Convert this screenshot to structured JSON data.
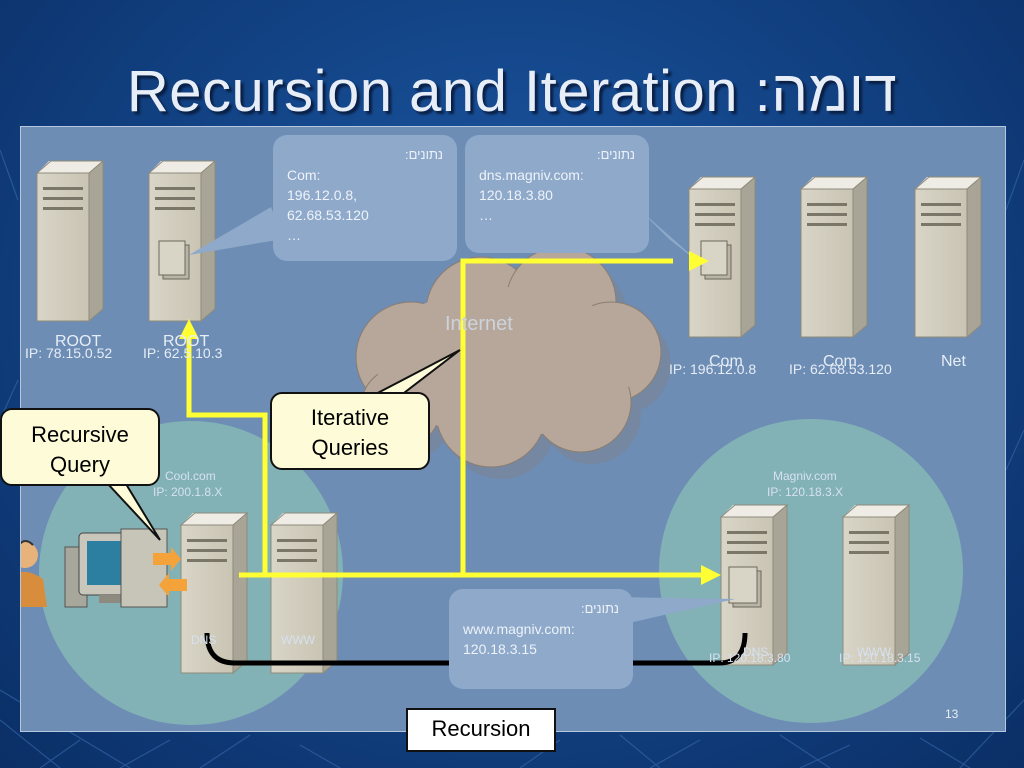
{
  "slide": {
    "title": "Recursion and Iteration :דומה",
    "page_number": "13"
  },
  "root_servers": [
    {
      "name": "ROOT",
      "ip": "IP: 78.15.0.52"
    },
    {
      "name": "ROOT",
      "ip": "IP: 62.5.10.3"
    }
  ],
  "tld_servers": [
    {
      "name": "Com",
      "ip": "IP: 196.12.0.8"
    },
    {
      "name": "Com",
      "ip": "IP: 62.68.53.120"
    },
    {
      "name": "Net",
      "ip": ""
    }
  ],
  "bubbles": {
    "root_data": {
      "head": "נתונים:",
      "lines": [
        "Com:",
        "196.12.0.8,",
        "62.68.53.120",
        "…"
      ]
    },
    "com_data": {
      "head": "נתונים:",
      "lines": [
        "dns.magniv.com:",
        "120.18.3.80",
        "…"
      ]
    },
    "magniv_data": {
      "head": "נתונים:",
      "lines": [
        "www.magniv.com:",
        "120.18.3.15"
      ]
    }
  },
  "internet_label": "Internet",
  "cool_domain": {
    "name": "Cool.com",
    "ip": "IP: 200.1.8.X",
    "dns_label": "DNS",
    "www_label": "WWW"
  },
  "magniv_domain": {
    "name": "Magniv.com",
    "ip": "IP: 120.18.3.X",
    "dns_label": "DNS",
    "dns_ip": "IP: 120.18.3.80",
    "www_label": "WWW",
    "www_ip": "IP: 120.18.3.15"
  },
  "callouts": {
    "recursive_query": "Recursive Query",
    "iterative_queries": "Iterative Queries",
    "recursion": "Recursion"
  },
  "colors": {
    "arrow": "#ffff33",
    "panel": "#6d8db5",
    "circle": "#86b9b6",
    "cloud": "#b7a79a",
    "callout_bg": "#fefcd8"
  }
}
